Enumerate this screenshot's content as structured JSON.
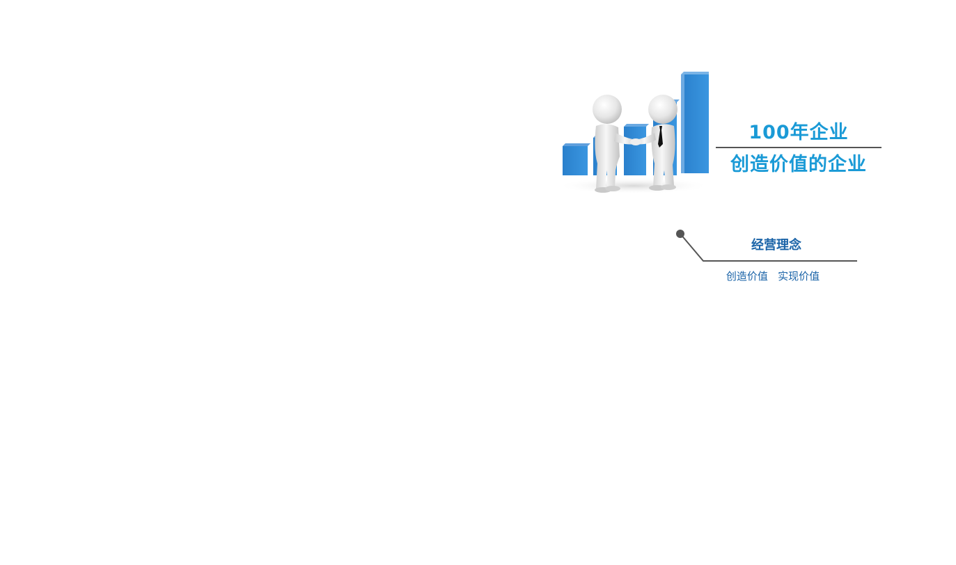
{
  "slogan": {
    "line1": "100年企业",
    "line2": "创造价值的企业"
  },
  "philosophy": {
    "title": "经营理念",
    "subtitle": "创造价值   实现价值"
  },
  "illustration": {
    "icon": "handshake-bar-chart-icon"
  },
  "colors": {
    "accent_blue": "#1a9ad6",
    "dark_blue": "#1b64a8",
    "bar_blue": "#2e86d1",
    "divider_gray": "#555555"
  }
}
